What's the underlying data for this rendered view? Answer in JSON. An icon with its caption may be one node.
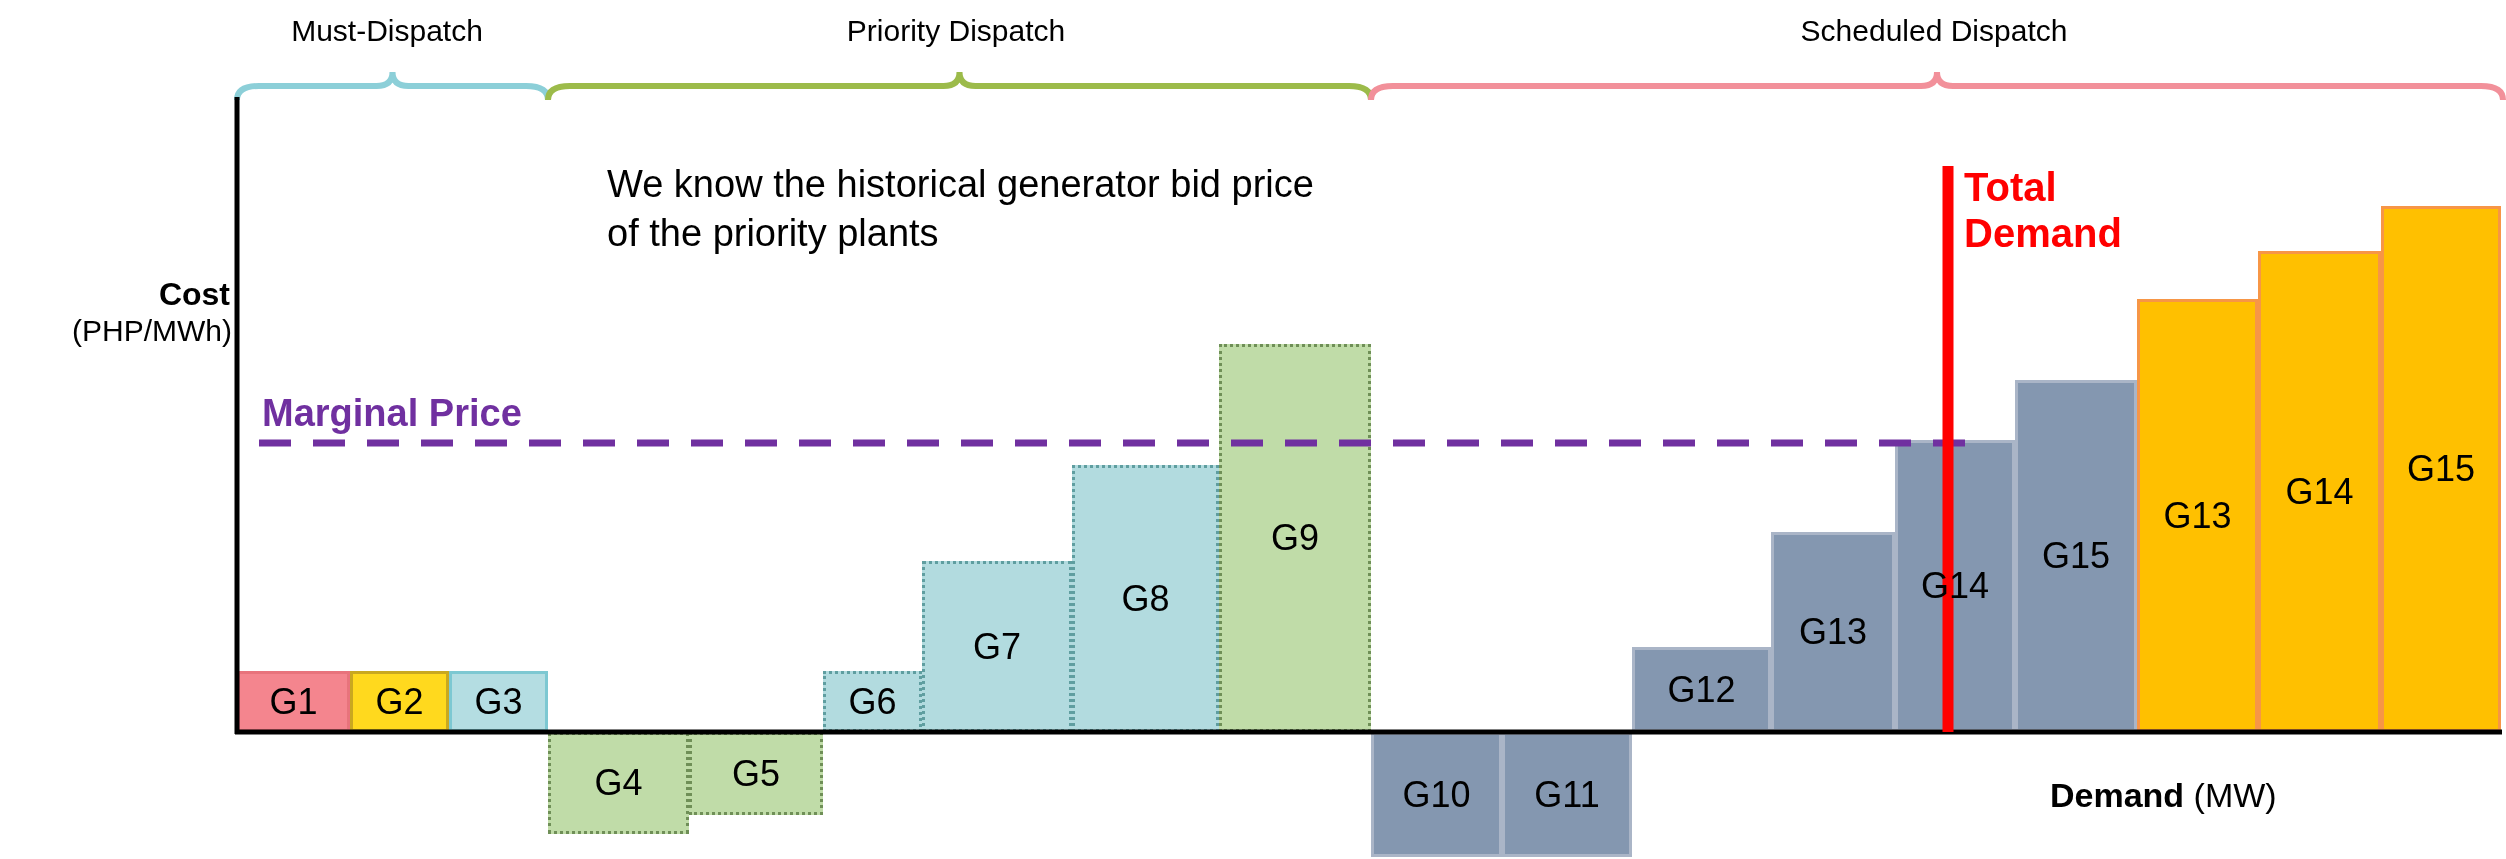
{
  "diagram": {
    "nodes": [
      {
        "text": [
          "G1"
        ]
      },
      {
        "text": [
          "G2"
        ]
      },
      {
        "text": [
          "G3"
        ]
      },
      {
        "text": [
          "G4"
        ]
      },
      {
        "text": [
          "G5"
        ]
      },
      {
        "text": [
          "G6"
        ]
      },
      {
        "text": [
          "G7"
        ]
      },
      {
        "text": [
          "G8"
        ]
      },
      {
        "text": [
          "G9"
        ]
      },
      {
        "text": [
          "G10"
        ]
      },
      {
        "text": [
          "G11"
        ]
      },
      {
        "text": [
          "G12"
        ]
      },
      {
        "text": [
          "G13"
        ]
      },
      {
        "text": [
          "G14"
        ]
      },
      {
        "text": [
          "G15"
        ]
      },
      {
        "text": [
          "G13"
        ]
      },
      {
        "text": [
          "G14"
        ]
      },
      {
        "text": [
          "G15"
        ]
      }
    ],
    "labels": [
      "Must-Dispatch",
      "Priority Dispatch",
      "Scheduled Dispatch",
      "We know the historical generator bid price of the priority plants",
      "Total Demand",
      "Cost",
      "(PHP/MWh)",
      "Marginal Price",
      "**Demand** (MW)"
    ]
  }
}
